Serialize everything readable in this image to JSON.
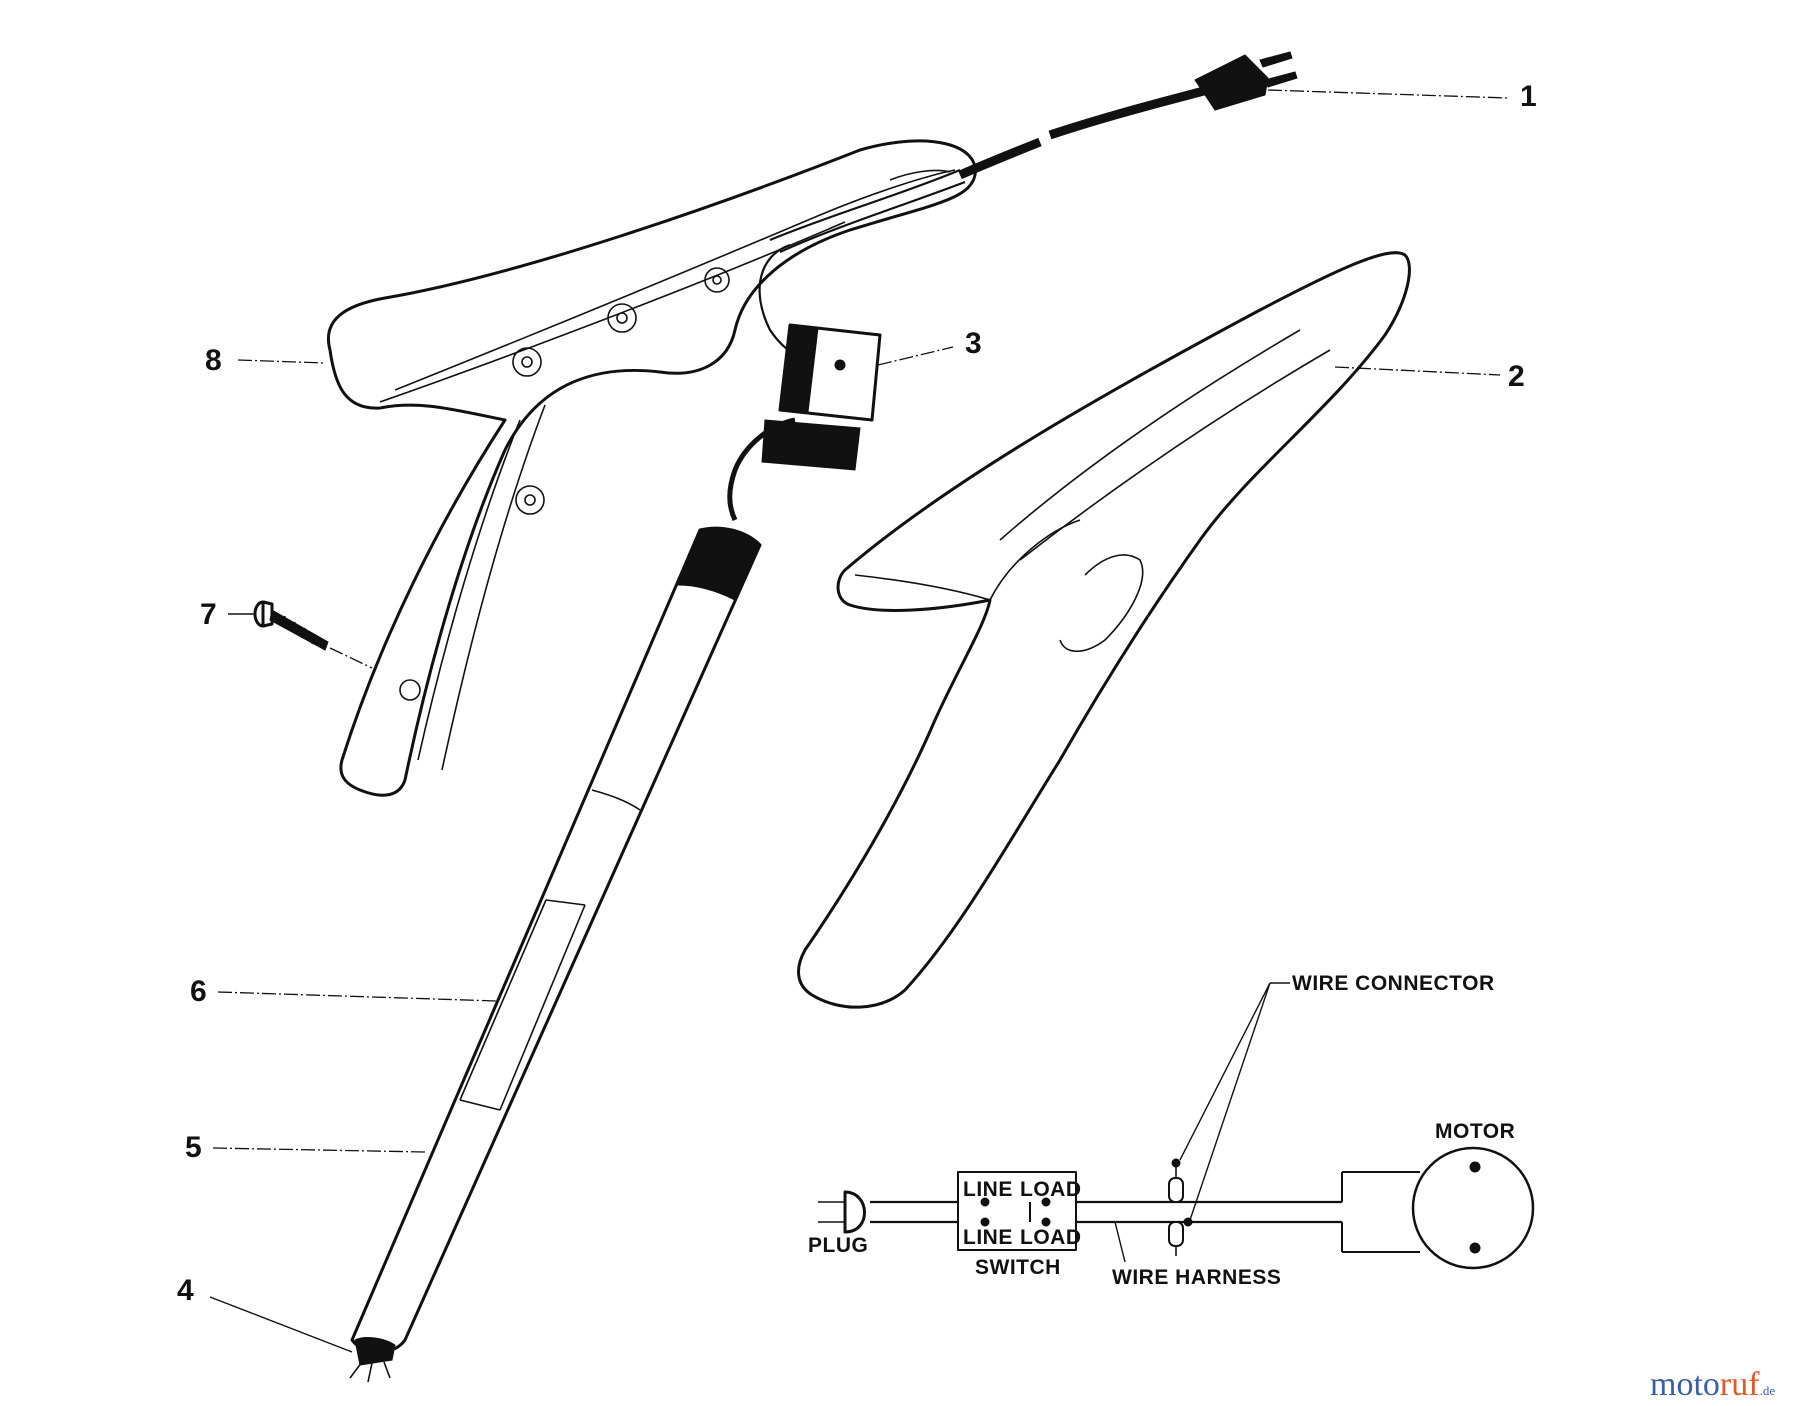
{
  "callouts": [
    "1",
    "2",
    "3",
    "4",
    "5",
    "6",
    "7",
    "8"
  ],
  "schematic": {
    "plug": "PLUG",
    "switch_line_top": "LINE",
    "switch_load_top": "LOAD",
    "switch_line_bottom": "LINE",
    "switch_load_bottom": "LOAD",
    "switch": "SWITCH",
    "wire_harness": "WIRE HARNESS",
    "wire_connector": "WIRE CONNECTOR",
    "motor": "MOTOR"
  },
  "watermark": {
    "text_a": "moto",
    "text_b": "ruf",
    "suffix": ".de",
    "color_a": "#3a5fa8",
    "color_b": "#e0592a"
  }
}
